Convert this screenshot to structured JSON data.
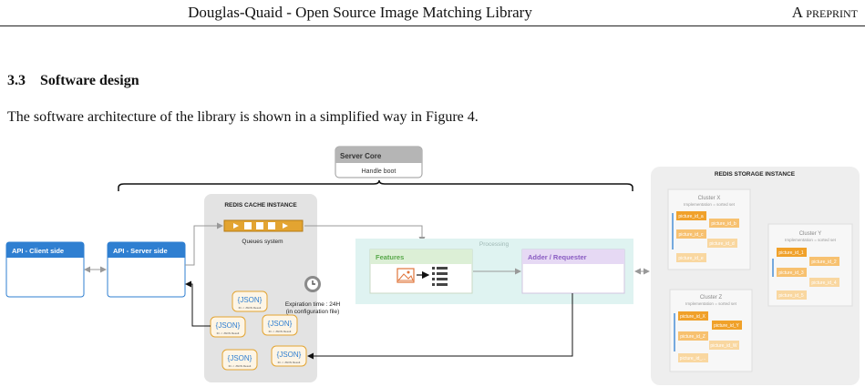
{
  "header": {
    "title": "Douglas-Quaid - Open Source Image Matching Library",
    "right": "A preprint"
  },
  "section": {
    "number": "3.3",
    "title": "Software design"
  },
  "body_text": "The software architecture of the library is shown in a simplified way in Figure 4.",
  "diagram": {
    "server_core": {
      "title": "Server Core",
      "subtitle": "Handle boot"
    },
    "api_client": "API - Client side",
    "api_server": "API - Server side",
    "redis_cache": {
      "title": "REDIS CACHE INSTANCE",
      "queues": "Queues system",
      "expiration_line1": "Expiration time : 24H",
      "expiration_line2": "(in configuration file)",
      "json_label": "{JSON}",
      "json_sub": "ID -> JSON Result"
    },
    "processing": {
      "title": "Processing",
      "features": "Features",
      "adder": "Adder / Requester"
    },
    "redis_storage": {
      "title": "REDIS STORAGE INSTANCE",
      "impl": "Implementation = sorted set",
      "cluster_x": {
        "title": "Cluster X",
        "items": [
          "picture_id_a",
          "picture_id_b",
          "picture_id_c",
          "picture_id_d",
          "picture_id_e"
        ]
      },
      "cluster_y": {
        "title": "Cluster Y",
        "items": [
          "picture_id_1",
          "picture_id_2",
          "picture_id_3",
          "picture_id_4",
          "picture_id_5"
        ]
      },
      "cluster_z": {
        "title": "Cluster Z",
        "items": [
          "picture_id_X",
          "picture_id_Y",
          "picture_id_Z",
          "picture_id_W",
          "picture_id_..."
        ]
      }
    },
    "colors": {
      "orange": "#f0a12a",
      "blue": "#2f7fd1",
      "cache_bg": "#e3e3e3",
      "storage_bg": "#eeeeee",
      "processing_bg": "#dff3f1",
      "features_hdr": "#dcefd6",
      "adder_hdr": "#e6d9f4",
      "queue_bar": "#e3a431"
    },
    "icons": [
      "clock-icon",
      "image-icon",
      "list-icon",
      "json-document-icon"
    ]
  }
}
